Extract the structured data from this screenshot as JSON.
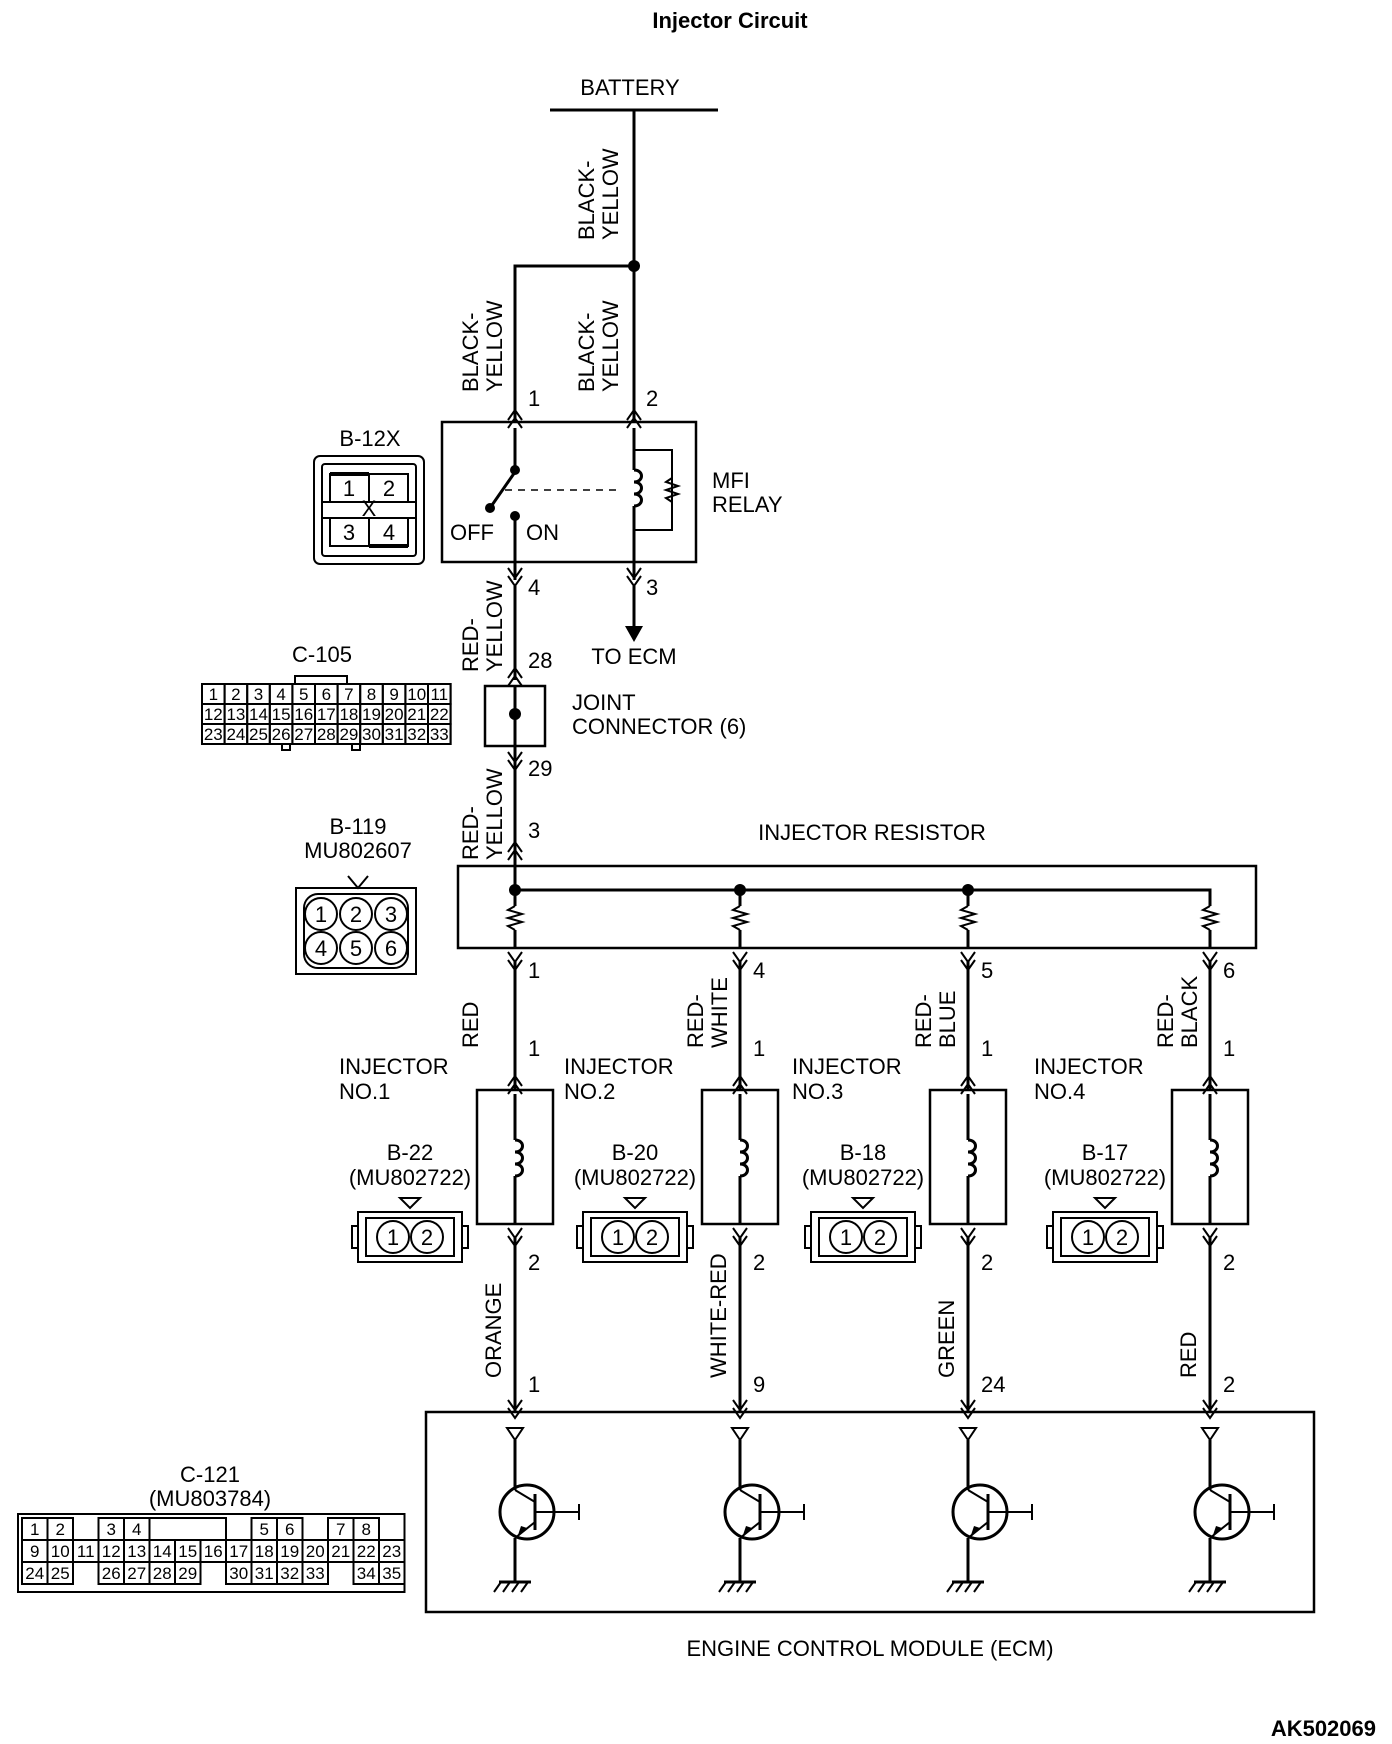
{
  "title": "Injector Circuit",
  "figure_id": "AK502069",
  "battery": "BATTERY",
  "wires": {
    "battery_main": "BLACK-\nYELLOW",
    "relay_pin1": "BLACK-\nYELLOW",
    "relay_pin2": "BLACK-\nYELLOW",
    "relay_out": "RED-\nYELLOW",
    "joint_out": "RED-\nYELLOW",
    "inj1_in": "RED",
    "inj2_in": "RED-\nWHITE",
    "inj3_in": "RED-\nBLUE",
    "inj4_in": "RED-\nBLACK",
    "inj1_out": "ORANGE",
    "inj2_out": "WHITE-RED",
    "inj3_out": "GREEN",
    "inj4_out": "RED"
  },
  "relay": {
    "name": "MFI\nRELAY",
    "off": "OFF",
    "on": "ON",
    "pins": {
      "p1": "1",
      "p2": "2",
      "p3": "3",
      "p4": "4"
    },
    "to_ecm": "TO ECM"
  },
  "joint": {
    "name": "JOINT\nCONNECTOR (6)",
    "pin_in": "28",
    "pin_out": "29"
  },
  "resistor": {
    "name": "INJECTOR RESISTOR",
    "pin_in": "3",
    "pins_out": [
      "1",
      "4",
      "5",
      "6"
    ]
  },
  "injectors": [
    {
      "name": "INJECTOR\nNO.1",
      "connector": "B-22\n(MU802722)",
      "pin_in": "1",
      "pin_out": "2",
      "ecm_pin": "1"
    },
    {
      "name": "INJECTOR\nNO.2",
      "connector": "B-20\n(MU802722)",
      "pin_in": "1",
      "pin_out": "2",
      "ecm_pin": "9"
    },
    {
      "name": "INJECTOR\nNO.3",
      "connector": "B-18\n(MU802722)",
      "pin_in": "1",
      "pin_out": "2",
      "ecm_pin": "24"
    },
    {
      "name": "INJECTOR\nNO.4",
      "connector": "B-17\n(MU802722)",
      "pin_in": "1",
      "pin_out": "2",
      "ecm_pin": "2"
    }
  ],
  "ecm": "ENGINE CONTROL MODULE (ECM)",
  "connectors": {
    "b12x": {
      "name": "B-12X",
      "pins": [
        "1",
        "2",
        "X",
        "3",
        "4"
      ]
    },
    "c105": {
      "name": "C-105",
      "rows": [
        [
          "1",
          "2",
          "3",
          "4",
          "5",
          "6",
          "7",
          "8",
          "9",
          "10",
          "11"
        ],
        [
          "12",
          "13",
          "14",
          "15",
          "16",
          "17",
          "18",
          "19",
          "20",
          "21",
          "22"
        ],
        [
          "23",
          "24",
          "25",
          "26",
          "27",
          "28",
          "29",
          "30",
          "31",
          "32",
          "33"
        ]
      ]
    },
    "b119": {
      "name": "B-119\nMU802607",
      "pins": [
        "1",
        "2",
        "3",
        "4",
        "5",
        "6"
      ]
    },
    "c121": {
      "name": "C-121\n(MU803784)",
      "rows": [
        [
          "1",
          "2",
          "",
          "3",
          "4",
          "",
          "",
          "",
          "",
          "5",
          "6",
          "",
          "7",
          "8"
        ],
        [
          "9",
          "10",
          "11",
          "12",
          "13",
          "14",
          "15",
          "16",
          "17",
          "18",
          "19",
          "20",
          "21",
          "22",
          "23"
        ],
        [
          "24",
          "25",
          "",
          "26",
          "27",
          "28",
          "29",
          "",
          "30",
          "31",
          "32",
          "33",
          "",
          "34",
          "35"
        ]
      ]
    }
  }
}
